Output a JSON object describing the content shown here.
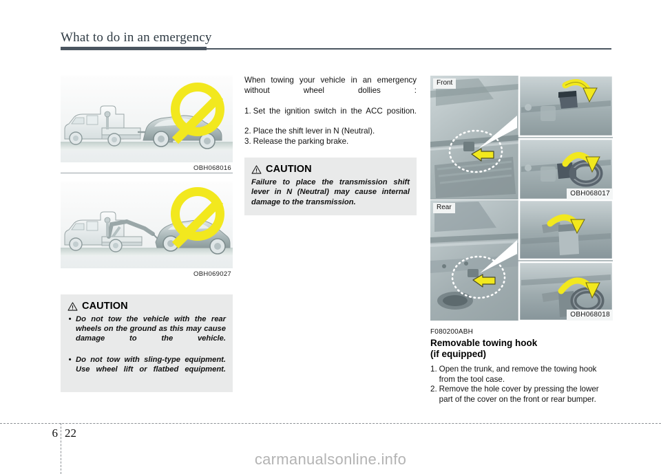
{
  "header": {
    "title": "What to do in an emergency"
  },
  "left_column": {
    "figures": [
      {
        "caption": "OBH068016",
        "alt": "Tow truck towing a car with rear wheels on the ground, prohibited"
      },
      {
        "caption": "OBH069027",
        "alt": "Sling-type tow truck towing a car, prohibited"
      }
    ],
    "caution": {
      "icon": "warning-triangle-icon",
      "title": "CAUTION",
      "bullets": [
        "Do not tow the vehicle with the rear wheels on the ground as this may cause damage to the vehicle.",
        "Do not tow with sling-type equipment. Use wheel lift or flatbed equipment."
      ]
    }
  },
  "middle_column": {
    "intro": "When towing your vehicle in an emergency without wheel dollies :",
    "steps": [
      {
        "num": "1.",
        "text": "Set the ignition switch in the ACC position."
      },
      {
        "num": "2.",
        "text": "Place the shift lever in N (Neutral)."
      },
      {
        "num": "3.",
        "text": "Release the parking brake."
      }
    ],
    "caution": {
      "icon": "warning-triangle-icon",
      "title": "CAUTION",
      "body": "Failure to place the transmission shift lever in N (Neutral) may cause internal damage to the transmission."
    }
  },
  "right_column": {
    "figures": [
      {
        "position_tag": "Front",
        "caption": "OBH068017",
        "alt": "Front bumper hole cover removal and towing hook installation detail"
      },
      {
        "position_tag": "Rear",
        "caption": "OBH068018",
        "alt": "Rear bumper hole cover removal and towing hook installation detail"
      }
    ],
    "code": "F080200ABH",
    "title_line1": "Removable towing hook",
    "title_line2": "(if equipped)",
    "steps": [
      {
        "num": "1.",
        "text": "Open the trunk, and remove the towing hook from the tool case."
      },
      {
        "num": "2.",
        "text": "Remove the hole cover by pressing the lower part of the cover on the front or rear bumper."
      }
    ]
  },
  "footer": {
    "chapter": "6",
    "page": "22",
    "watermark": "carmanualsonline.info"
  },
  "colors": {
    "header_rule": "#4a5560",
    "caution_bg": "#e9eaea",
    "prohibition_yellow": "#f2e81e",
    "arrow_yellow": "#f2e81e",
    "watermark_gray": "#b3b3b3"
  }
}
